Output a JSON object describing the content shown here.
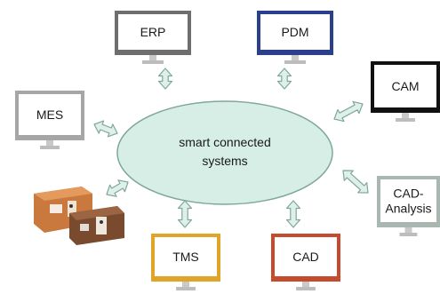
{
  "hub": {
    "label_lines": [
      "smart connected",
      "systems"
    ]
  },
  "systems": [
    {
      "key": "erp",
      "label_lines": [
        "ERP"
      ],
      "color": "#6e6e6e"
    },
    {
      "key": "pdm",
      "label_lines": [
        "PDM"
      ],
      "color": "#2b3f8f"
    },
    {
      "key": "cam",
      "label_lines": [
        "CAM"
      ],
      "color": "#111111"
    },
    {
      "key": "mes",
      "label_lines": [
        "MES"
      ],
      "color": "#a6a6a6"
    },
    {
      "key": "cad-analysis",
      "label_lines": [
        "CAD-",
        "Analysis"
      ],
      "color": "#a9b7b0"
    },
    {
      "key": "tms",
      "label_lines": [
        "TMS"
      ],
      "color": "#e0a528"
    },
    {
      "key": "cad",
      "label_lines": [
        "CAD"
      ],
      "color": "#c64a2e"
    }
  ],
  "machine_illustration": {
    "name": "machine-tools-illustration"
  },
  "colors": {
    "hub_fill": "#d6eee5",
    "hub_stroke": "#7fa89a",
    "arrow_fill": "#dff0ea",
    "arrow_stroke": "#7fa89a",
    "monitor_stand": "#c9c9c9",
    "machine_dark": "#7a4a2e",
    "machine_light": "#c9793d"
  }
}
